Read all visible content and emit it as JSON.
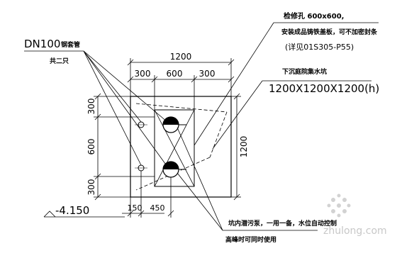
{
  "labels": {
    "access_hole": "检修孔 600x600,",
    "access_hole_note": "安装成品铸铁盖板，可不加密封条",
    "access_hole_ref": "(详见01S305-P55)",
    "sump_name": "下沉庭院集水坑",
    "sump_size": "1200X1200X1200(h)",
    "pipe_size": "DN100",
    "pipe_type": "钢套管",
    "pipe_count": "共二只",
    "elevation": "-4.150",
    "pump_note": "坑内潜污泵，一用一备，水位自动控制",
    "pump_note2": "高峰时可同时使用"
  },
  "dimensions": {
    "top_total": "1200",
    "top_left": "300",
    "top_mid": "600",
    "top_right": "300",
    "left_top": "300",
    "left_mid": "600",
    "left_bottom": "300",
    "right_total": "1200",
    "bottom_left": "150",
    "bottom_mid": "450"
  },
  "watermark": {
    "text": "zhulong.com"
  }
}
